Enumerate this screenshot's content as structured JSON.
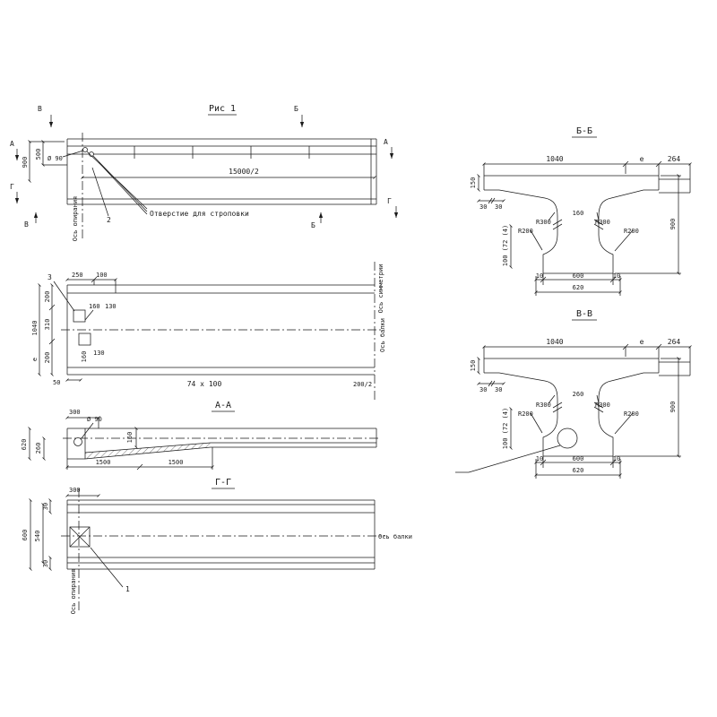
{
  "drawing": {
    "ink": "#1a1a1a",
    "paper": "#ffffff"
  },
  "fig1": {
    "title": "Рис 1",
    "markers": {
      "v_top": "В",
      "b_top": "Б",
      "a_left": "А",
      "g_left": "Г",
      "v_bottom": "В",
      "a_right": "А",
      "g_right": "Г",
      "b_bottom": "Б"
    },
    "dims": {
      "height_900": "900",
      "height_500": "500",
      "hole_dia": "Ø 90",
      "half_span": "15000/2"
    },
    "notes": {
      "sling_hole": "Отверстие для строповки",
      "bearing_axis": "Ось опирания",
      "callout_2": "2"
    }
  },
  "plan": {
    "callout_3": "3",
    "dims": {
      "d250": "250",
      "d100": "100",
      "d1040": "1040",
      "e": "e",
      "d200_top": "200",
      "d310": "310",
      "d200_bottom": "200",
      "d160_a": "160",
      "d130_a": "130",
      "d160_b": "160",
      "d130_b": "130",
      "d50": "50",
      "stirrup_spacing": "74 x 100",
      "d200_2": "200/2"
    },
    "notes": {
      "symmetry_axis": "Ось симметрии",
      "beam_axis": "Ось балки"
    }
  },
  "section_aa": {
    "title": "А-А",
    "dims": {
      "d300": "300",
      "hole_dia": "Ø 90",
      "d160": "160",
      "d620": "620",
      "d260": "260",
      "d1500_a": "1500",
      "d1500_b": "1500"
    }
  },
  "section_gg": {
    "title": "Г-Г",
    "dims": {
      "d300": "300",
      "d30_top": "30",
      "d600": "600",
      "d540": "540",
      "d30_bottom": "30"
    },
    "notes": {
      "beam_axis": "Ось балки",
      "bearing_axis": "Ось опирания",
      "callout_1": "1"
    }
  },
  "section_bb": {
    "title": "Б-Б",
    "dims": {
      "d1040": "1040",
      "e": "e",
      "d264": "264",
      "d150": "150",
      "d30_left": "30",
      "d30_right": "30",
      "web_160": "160",
      "r300_left": "R300",
      "r300_right": "R300",
      "r200_left": "R200",
      "r200_right": "R200",
      "chain_left": "100 (72 (4)",
      "d10_left": "10",
      "d600": "600",
      "d10_right": "10",
      "d620": "620",
      "d900": "900"
    }
  },
  "section_vv": {
    "title": "В-В",
    "dims": {
      "d1040": "1040",
      "e": "e",
      "d264": "264",
      "d150": "150",
      "d30_left": "30",
      "d30_right": "30",
      "web_260": "260",
      "r300_left": "R300",
      "r300_right": "R300",
      "r200_left": "R200",
      "r200_right": "R200",
      "chain_left": "100 (72 (4)",
      "d10_left": "10",
      "d600": "600",
      "d10_right": "10",
      "d620": "620",
      "d900": "900"
    }
  }
}
